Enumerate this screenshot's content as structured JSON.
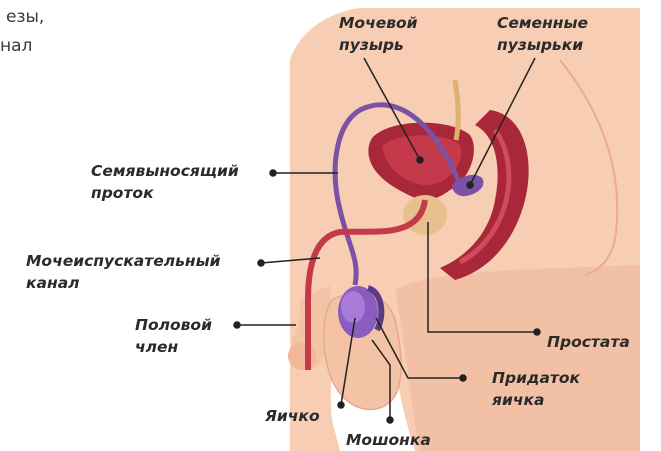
{
  "intro_fragment": {
    "line1": "езы,",
    "line2": "нал"
  },
  "labels": {
    "bladder": [
      "Мочевой",
      "пузырь"
    ],
    "seminal_vesicles": [
      "Семенные",
      "пузырьки"
    ],
    "vas_deferens": [
      "Семявыносящий",
      "проток"
    ],
    "urethra": [
      "Мочеиспускательный",
      "канал"
    ],
    "penis": [
      "Половой",
      "член"
    ],
    "prostate": [
      "Простата"
    ],
    "epididymis": [
      "Придаток",
      "яичка"
    ],
    "testis": [
      "Яичко"
    ],
    "scrotum": [
      "Мошонка"
    ]
  },
  "colors": {
    "skin": "#f7cdb3",
    "skin_shadow": "#ecaa90",
    "organ_dark": "#a8283a",
    "organ_mid": "#c53a4a",
    "duct_purple": "#7b52a6",
    "testis_purple": "#8a5cc0",
    "prostate": "#e8c090",
    "leader_line": "#222222"
  }
}
